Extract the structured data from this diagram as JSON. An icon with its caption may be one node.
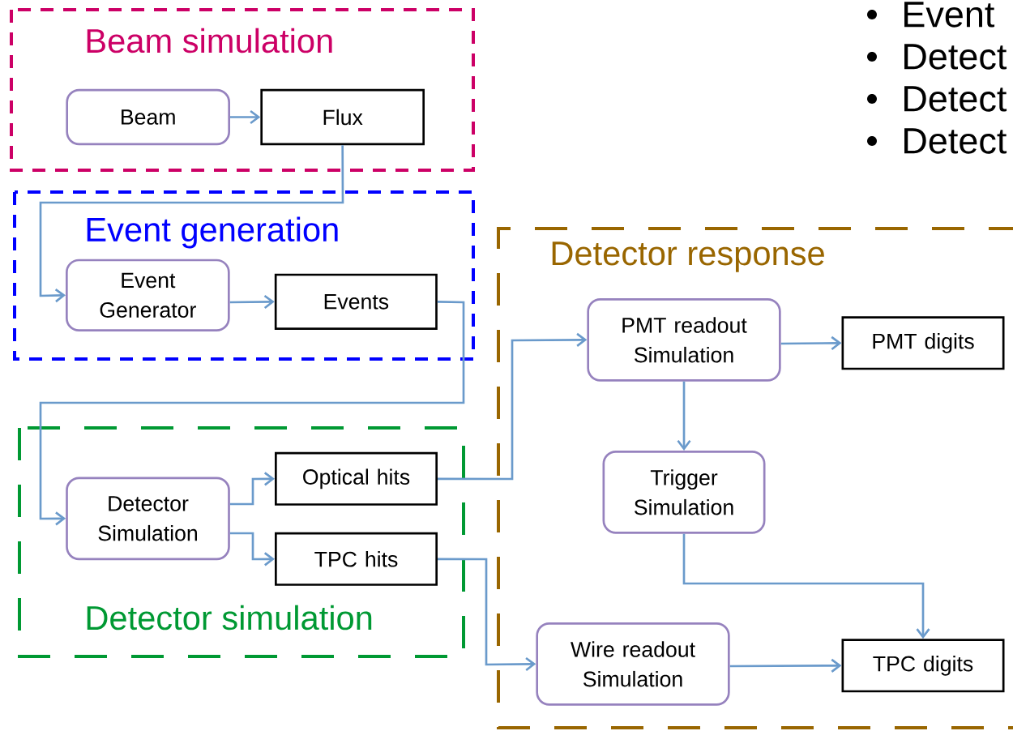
{
  "diagram": {
    "nodes": [
      {
        "text": [
          "Beam simulation"
        ]
      },
      {
        "text": [
          "Beam"
        ],
        "in": 0
      },
      {
        "text": [
          "Flux"
        ],
        "in": 0
      },
      {
        "text": [
          "Event generation"
        ]
      },
      {
        "text": [
          "Event Generator"
        ],
        "in": 3
      },
      {
        "text": [
          "Events"
        ],
        "in": 3
      },
      {
        "text": [
          "Detector response"
        ]
      },
      {
        "text": [
          "PMT readout Simulation"
        ],
        "in": 6
      },
      {
        "text": [
          "PMT digits"
        ],
        "in": 6
      },
      {
        "text": [
          "Detector simulation"
        ]
      },
      {
        "text": [
          "Detector Simulation"
        ],
        "in": 9
      },
      {
        "text": [
          "Optical hits"
        ],
        "in": 9
      },
      {
        "text": [
          "TPC hits"
        ],
        "in": 9
      },
      {
        "text": [
          "Trigger Simulation"
        ],
        "in": 6
      },
      {
        "text": [
          "Wire readout Simulation"
        ],
        "in": 6
      },
      {
        "text": [
          "TPC digits"
        ],
        "in": 6
      }
    ],
    "edges": [
      {
        "from": 1,
        "to": 2,
        "arrow": "to"
      },
      {
        "from": 2,
        "to": 4,
        "arrow": "to"
      },
      {
        "from": 4,
        "to": 5,
        "arrow": "to"
      },
      {
        "from": 5,
        "to": 10,
        "arrow": "to"
      },
      {
        "from": 10,
        "to": 11,
        "arrow": "to"
      },
      {
        "from": 10,
        "to": 12,
        "arrow": "to"
      },
      {
        "from": 11,
        "to": 7,
        "arrow": "to"
      },
      {
        "from": 7,
        "to": 8,
        "arrow": "to"
      },
      {
        "from": 7,
        "to": 13,
        "arrow": "to"
      },
      {
        "from": 13,
        "to": 15,
        "arrow": "to"
      },
      {
        "from": 12,
        "to": 14,
        "arrow": "to"
      },
      {
        "from": 14,
        "to": 15,
        "arrow": "to"
      }
    ],
    "labels": [
      "Event",
      "Detect",
      "Detect",
      "Detect"
    ]
  }
}
